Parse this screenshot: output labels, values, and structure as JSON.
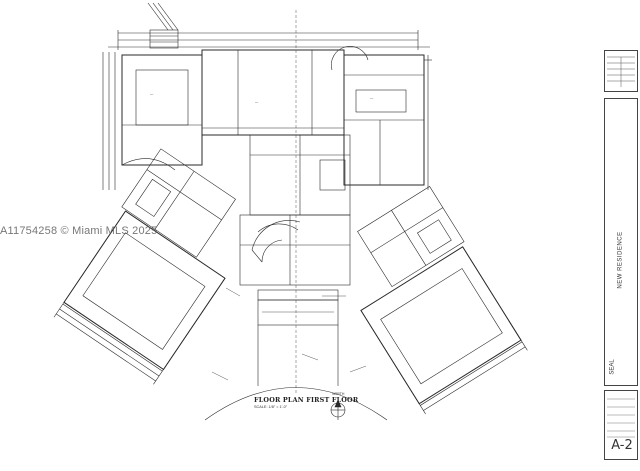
{
  "watermark": "A11754258 © Miami MLS 2025",
  "plan": {
    "title": "FLOOR PLAN FIRST FLOOR",
    "scale": "SCALE: 1/8\" = 1'-0\"",
    "north_label": "NORTH"
  },
  "title_block": {
    "project_name": "NEW RESIDENCE",
    "seal_label": "SEAL",
    "sheet_number": "A-2"
  }
}
